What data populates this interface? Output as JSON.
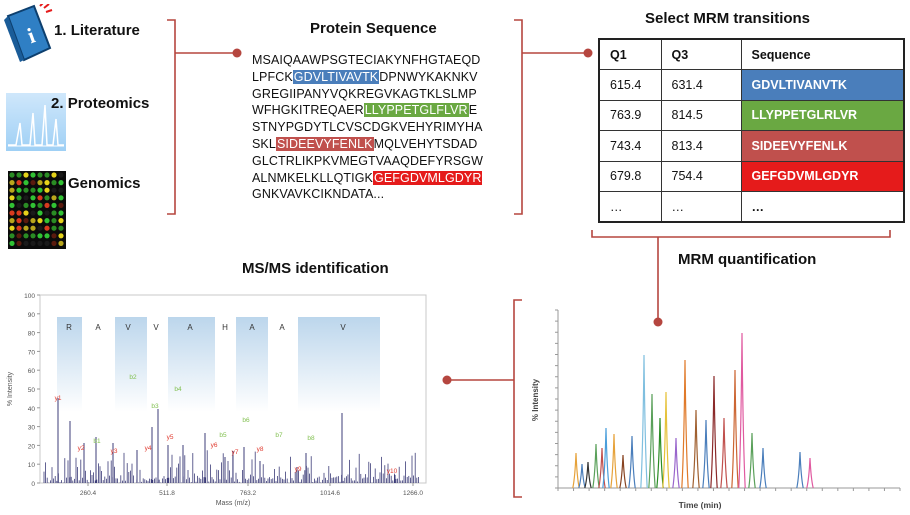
{
  "sources": {
    "literature": {
      "number": "1.",
      "label": "Literature"
    },
    "proteomics": {
      "number": "2.",
      "label": "Proteomics"
    },
    "genomics": {
      "label": "Genomics"
    }
  },
  "protein_sequence": {
    "title": "Protein Sequence",
    "lines": [
      [
        {
          "t": "MSAIQAAWPSGTECIAKYNFHGTAEQD"
        }
      ],
      [
        {
          "t": "LPFCK"
        },
        {
          "t": "GDVLTIVAVTK",
          "c": "blue"
        },
        {
          "t": "DPNWYKAKNKV"
        }
      ],
      [
        {
          "t": "GREGIIPANYVQKREGVKAGTKLSLMP"
        }
      ],
      [
        {
          "t": "WFHGKITREQAER"
        },
        {
          "t": "LLYPPETGLFLVR",
          "c": "green"
        },
        {
          "t": "E"
        }
      ],
      [
        {
          "t": "STNYPGDYTLCVSCDGKVEHYRIMYHA"
        }
      ],
      [
        {
          "t": "SKL"
        },
        {
          "t": "SIDEEVYFENLK",
          "c": "salmon"
        },
        {
          "t": "MQLVEHYTSDAD"
        }
      ],
      [
        {
          "t": "GLCTRLIKPKVMEGTVAAQDEFYRSGW"
        }
      ],
      [
        {
          "t": "ALNMKELKLLQTIGK"
        },
        {
          "t": "GEFGDVMLGDYR",
          "c": "red"
        }
      ],
      [
        {
          "t": "GNKVAVKCIKNDATA..."
        }
      ]
    ]
  },
  "mrm_table": {
    "title": "Select MRM transitions",
    "headers": [
      "Q1",
      "Q3",
      "Sequence"
    ],
    "rows": [
      {
        "q1": "615.4",
        "q3": "631.4",
        "seq": "GDVLTIVANVTK",
        "color": "#4a7ebb"
      },
      {
        "q1": "763.9",
        "q3": "814.5",
        "seq": "LLYPPETGLRLVR",
        "color": "#6aa842"
      },
      {
        "q1": "743.4",
        "q3": "813.4",
        "seq": "SIDEEVYFENLK",
        "color": "#c0504d"
      },
      {
        "q1": "679.8",
        "q3": "754.4",
        "seq": "GEFGDVMLGDYR",
        "color": "#e51b1b"
      },
      {
        "q1": "…",
        "q3": "…",
        "seq": "…",
        "color": ""
      }
    ]
  },
  "msms": {
    "title": "MS/MS identification",
    "ylabel": "% Intensity",
    "xlabel": "Mass (m/z)",
    "y_ticks": [
      "100",
      "90",
      "80",
      "70",
      "60",
      "50",
      "40",
      "30",
      "20",
      "10",
      "0"
    ],
    "x_ticks": [
      "260.4",
      "511.8",
      "763.2",
      "1014.6",
      "1266.0"
    ],
    "sequence_letters": [
      "R",
      "A",
      "V",
      "V",
      "A",
      "H",
      "A",
      "A",
      "V"
    ],
    "b_ions": [
      "b1",
      "b2",
      "b3",
      "b4",
      "b5",
      "b6",
      "b7",
      "b8"
    ],
    "y_ions": [
      "y1",
      "y2",
      "y3",
      "y4",
      "y5",
      "y6",
      "y7",
      "y8",
      "y9",
      "y10"
    ]
  },
  "mrm_quant": {
    "title": "MRM quantification",
    "ylabel": "% Intensity",
    "xlabel": "Time (min)"
  },
  "colors": {
    "connector": "#b5463f",
    "spectrum": "#3c3c78",
    "b_ion": "#7fbf4d",
    "y_ion": "#e03a2f",
    "seq_band": "#bcd6ec"
  }
}
